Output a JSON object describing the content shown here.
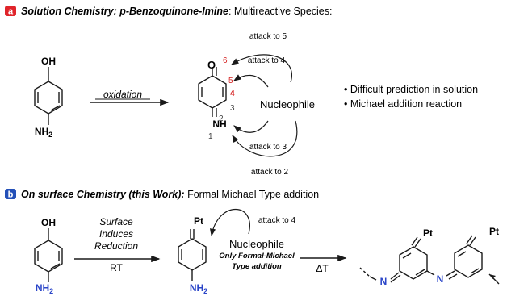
{
  "panel_a": {
    "badge": "a",
    "title_bold": "Solution Chemistry: p-Benzoquinone-Imine",
    "title_rest": ": Multireactive Species:",
    "reactant": {
      "oh": "OH",
      "nh": "NH",
      "nh_sub": "2"
    },
    "arrow_label": "oxidation",
    "product": {
      "oxygen": "O",
      "imine": "NH"
    },
    "position_numbers": {
      "p6": "6",
      "p5": "5",
      "p4": "4",
      "p3": "3",
      "p2": "2",
      "p1": "1"
    },
    "nucleophile": "Nucleophile",
    "attacks": {
      "to5": "attack to 5",
      "to4": "attack to 4",
      "to3": "attack to 3",
      "to2": "attack to 2"
    },
    "bullets": [
      "Difficult prediction in solution",
      "Michael addition reaction"
    ]
  },
  "panel_b": {
    "badge": "b",
    "title_bold": "On surface Chemistry (this Work):",
    "title_rest": " Formal Michael Type addition",
    "reactant": {
      "oh": "OH",
      "nh": "NH",
      "nh_sub": "2"
    },
    "conditions_top": [
      "Surface",
      "Induces",
      "Reduction"
    ],
    "conditions_bottom": "RT",
    "product": {
      "metal": "Pt",
      "nh": "NH",
      "nh_sub": "2"
    },
    "attack": "attack to 4",
    "nucleophile": "Nucleophile",
    "note_lines": [
      "Only Formal-Michael",
      "Type addition"
    ],
    "heat_label": "ΔT",
    "final_product": {
      "n1": "N",
      "n2": "N",
      "pt1": "Pt",
      "pt2": "Pt"
    }
  },
  "colors": {
    "badge_red": "#e0242a",
    "badge_blue": "#2450b8",
    "number_red": "#d41f1f",
    "amine_blue": "#2a45c8"
  }
}
